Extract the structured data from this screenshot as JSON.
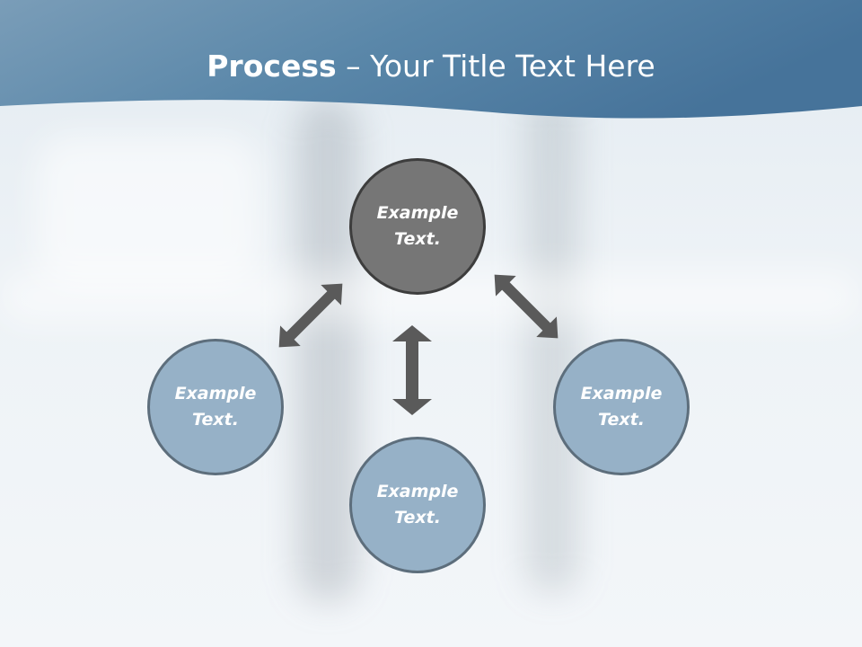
{
  "slide": {
    "title_bold": "Process",
    "title_rest": " – Your Title Text Here",
    "colors": {
      "header_band": "#4f7b9e",
      "center_circle": "#767676",
      "outer_circle": "#96b1c7",
      "arrow": "#5a5a5a"
    }
  },
  "diagram": {
    "center": {
      "label": "Example\nText."
    },
    "left": {
      "label": "Example\nText."
    },
    "bottom": {
      "label": "Example\nText."
    },
    "right": {
      "label": "Example\nText."
    }
  }
}
